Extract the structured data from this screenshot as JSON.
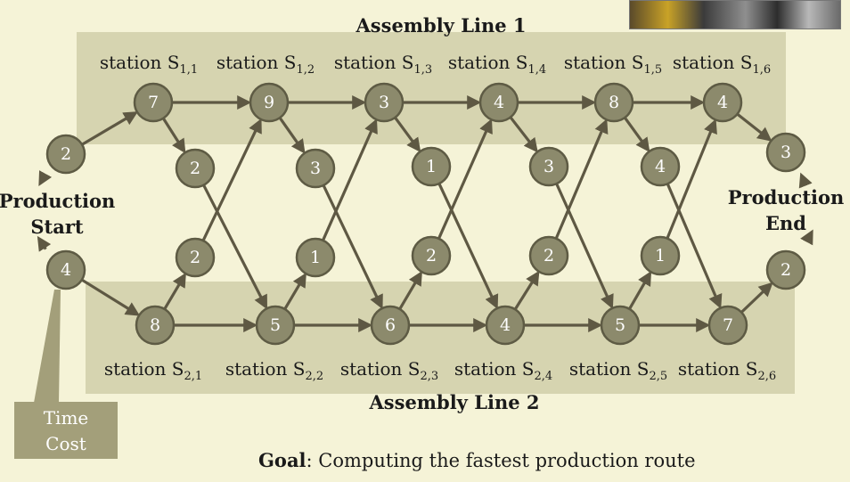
{
  "line1": {
    "title": "Assembly Line 1",
    "station_labels": [
      {
        "prefix": "station S",
        "sub": "1,1"
      },
      {
        "prefix": "station S",
        "sub": "1,2"
      },
      {
        "prefix": "station S",
        "sub": "1,3"
      },
      {
        "prefix": "station S",
        "sub": "1,4"
      },
      {
        "prefix": "station S",
        "sub": "1,5"
      },
      {
        "prefix": "station S",
        "sub": "1,6"
      }
    ],
    "entry_cost": "2",
    "station_costs": [
      "7",
      "9",
      "3",
      "4",
      "8",
      "4"
    ],
    "transfer_costs": [
      "2",
      "3",
      "1",
      "3",
      "4"
    ],
    "exit_cost": "3"
  },
  "line2": {
    "title": "Assembly Line 2",
    "station_labels": [
      {
        "prefix": "station S",
        "sub": "2,1"
      },
      {
        "prefix": "station S",
        "sub": "2,2"
      },
      {
        "prefix": "station S",
        "sub": "2,3"
      },
      {
        "prefix": "station S",
        "sub": "2,4"
      },
      {
        "prefix": "station S",
        "sub": "2,5"
      },
      {
        "prefix": "station S",
        "sub": "2,6"
      }
    ],
    "entry_cost": "4",
    "station_costs": [
      "8",
      "5",
      "6",
      "4",
      "5",
      "7"
    ],
    "transfer_costs": [
      "2",
      "1",
      "2",
      "2",
      "1"
    ],
    "exit_cost": "2"
  },
  "start_label": [
    "Production",
    "Start"
  ],
  "end_label": [
    "Production",
    "End"
  ],
  "legend": [
    "Time",
    "Cost"
  ],
  "goal": {
    "bold": "Goal",
    "text": ": Computing the fastest production route"
  },
  "colors": {
    "node": "#8c8a6c",
    "node_border": "#5e5b44",
    "band": "#d6d4b0",
    "arrow": "#5e5843"
  }
}
